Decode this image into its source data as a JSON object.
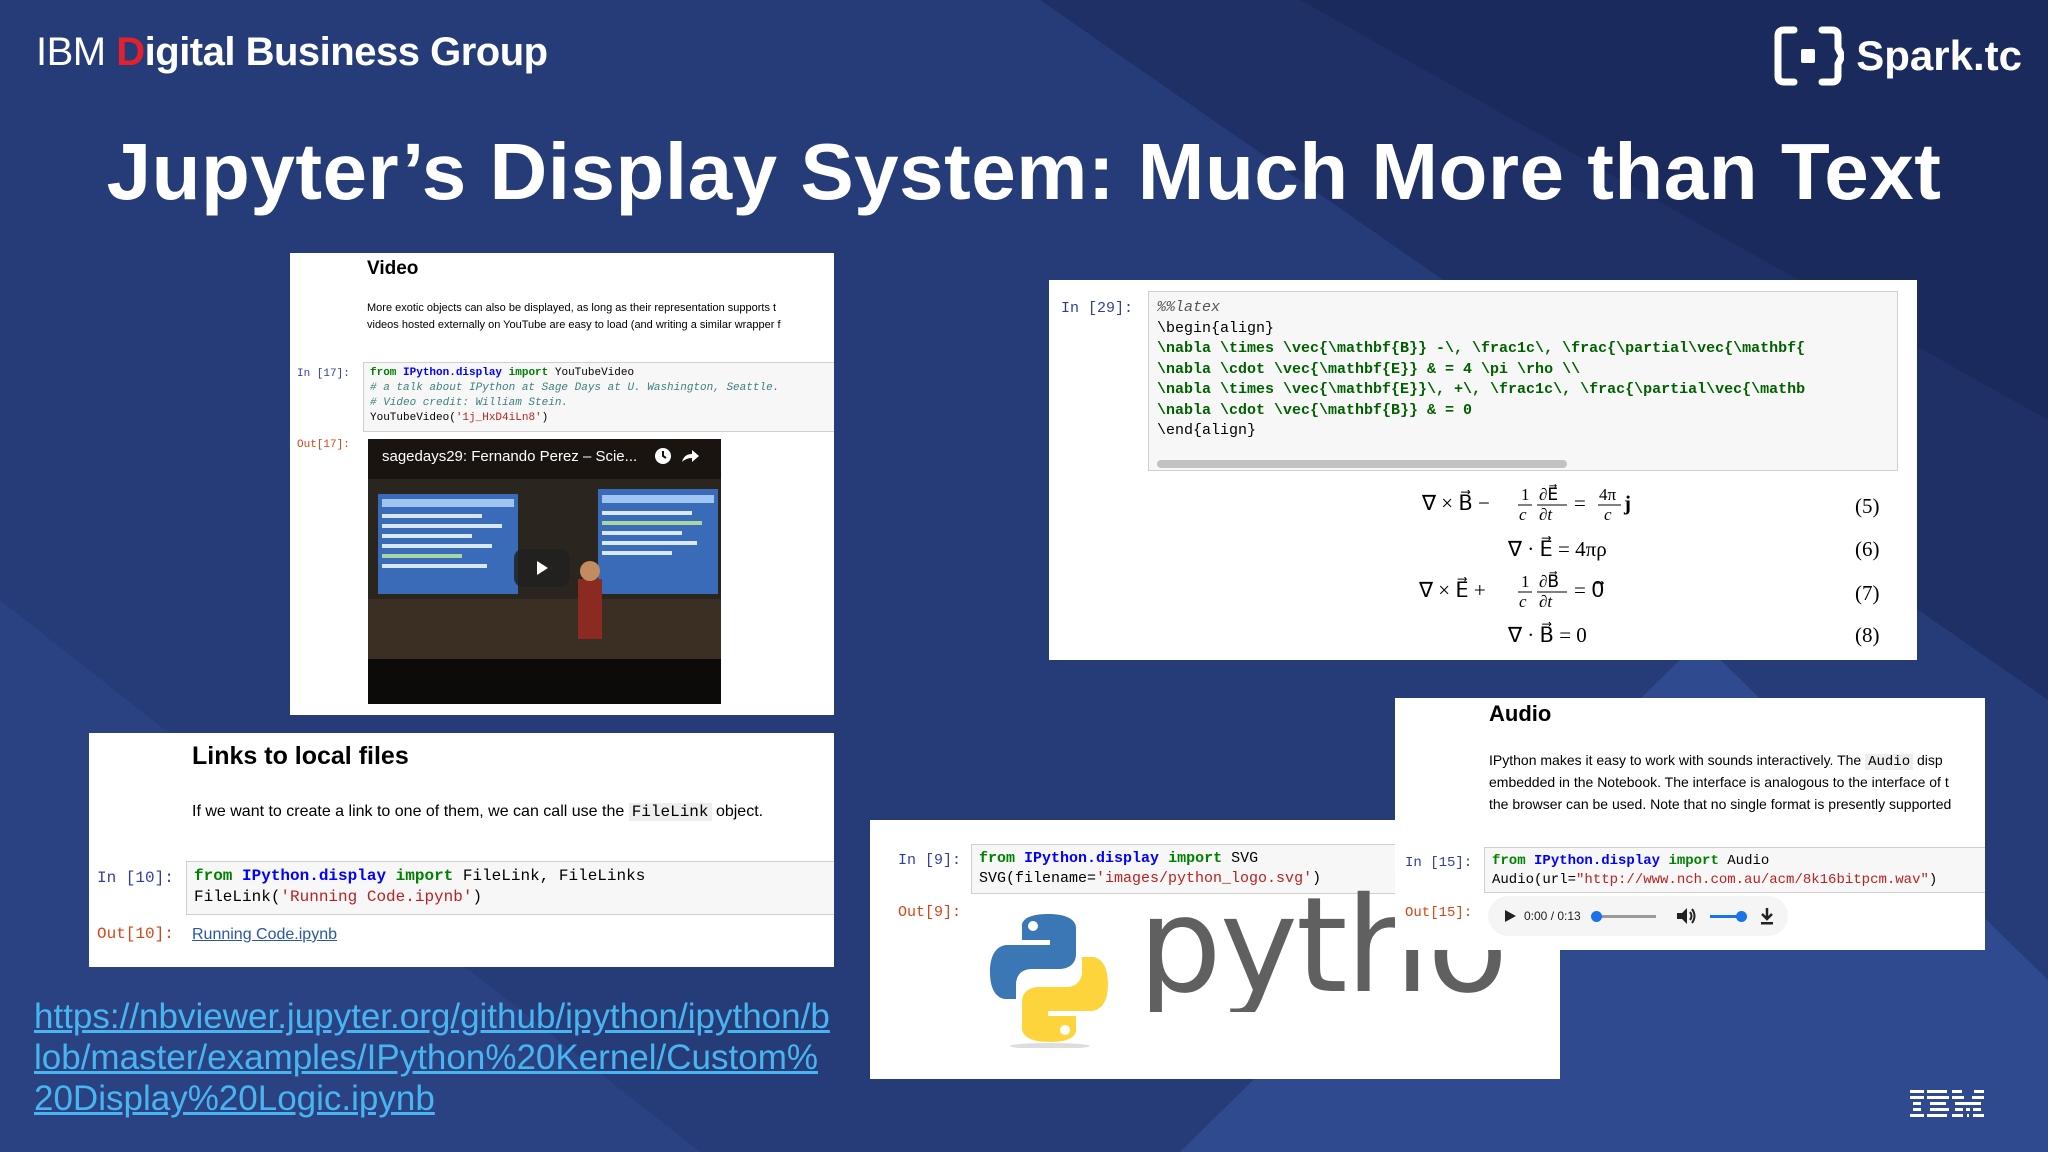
{
  "header": {
    "brand_ibm": "IBM",
    "brand_digital_first": "D",
    "brand_digital_rest": "igital",
    "brand_group": "Business Group",
    "spark_label": "Spark.tc",
    "title": "Jupyter’s Display System: Much More than Text"
  },
  "colors": {
    "background": "#263c78",
    "accent_red": "#e5202e",
    "link": "#49b5f0",
    "prompt_in": "#303f9f",
    "prompt_out": "#d84315"
  },
  "video_panel": {
    "heading": "Video",
    "desc_line1": "More exotic objects can also be displayed, as long as their representation supports t",
    "desc_line2": "videos hosted externally on YouTube are easy to load (and writing a similar wrapper f",
    "in_prompt": "In [17]:",
    "code_line1_kw": "from",
    "code_line1_mod": "IPython.display",
    "code_line1_kw2": "import",
    "code_line1_rest": "YouTubeVideo",
    "code_line2": "# a talk about IPython at Sage Days at U. Washington, Seattle.",
    "code_line3": "# Video credit: William Stein.",
    "code_line4_pre": "YouTubeVideo(",
    "code_line4_str": "'1j_HxD4iLn8'",
    "code_line4_post": ")",
    "out_prompt": "Out[17]:",
    "video_title": "sagedays29: Fernando Perez – Scie...",
    "play_icon": "play-icon",
    "clock_icon": "clock-icon",
    "share_icon": "share-icon"
  },
  "links_panel": {
    "heading": "Links to local files",
    "desc_pre": "If we want to create a link to one of them, we can call use the",
    "desc_code": "FileLink",
    "desc_post": "object.",
    "in_prompt": "In [10]:",
    "code_line1_kw": "from",
    "code_line1_mod": "IPython.display",
    "code_line1_kw2": "import",
    "code_line1_rest": "FileLink, FileLinks",
    "code_line2_pre": "FileLink(",
    "code_line2_str": "'Running Code.ipynb'",
    "code_line2_post": ")",
    "out_prompt": "Out[10]:",
    "out_link": "Running Code.ipynb"
  },
  "latex_panel": {
    "in_prompt": "In [29]:",
    "lines": [
      "%%latex",
      "\\begin{align}",
      "\\nabla \\times \\vec{\\mathbf{B}} -\\, \\frac1c\\, \\frac{\\partial\\vec{\\mathbf{",
      "\\nabla \\cdot \\vec{\\mathbf{E}} & = 4 \\pi \\rho \\\\",
      "\\nabla \\times \\vec{\\mathbf{E}}\\, +\\, \\frac1c\\, \\frac{\\partial\\vec{\\mathb",
      "\\nabla \\cdot \\vec{\\mathbf{B}} & = 0",
      "\\end{align}"
    ],
    "eq_numbers": [
      "(5)",
      "(6)",
      "(7)",
      "(8)"
    ],
    "eq6": "∇ · E⃗ = 4πρ",
    "eq8": "∇ · B⃗ = 0"
  },
  "svg_panel": {
    "in_prompt": "In [9]:",
    "code_line1_kw": "from",
    "code_line1_mod": "IPython.display",
    "code_line1_kw2": "import",
    "code_line1_rest": "SVG",
    "code_line2_pre": "SVG(filename=",
    "code_line2_str": "'images/python_logo.svg'",
    "code_line2_post": ")",
    "out_prompt": "Out[9]:",
    "logo_word": "python"
  },
  "audio_panel": {
    "heading": "Audio",
    "desc_line1_pre": "IPython makes it easy to work with sounds interactively. The",
    "desc_line1_code": "Audio",
    "desc_line1_post": "disp",
    "desc_line2": "embedded in the Notebook. The interface is analogous to the interface of t",
    "desc_line3": "the browser can be used. Note that no single format is presently supported",
    "in_prompt": "In [15]:",
    "code_line1_kw": "from",
    "code_line1_mod": "IPython.display",
    "code_line1_kw2": "import",
    "code_line1_rest": "Audio",
    "code_line2_pre": "Audio(url=",
    "code_line2_str": "\"http://www.nch.com.au/acm/8k16bitpcm.wav\"",
    "code_line2_post": ")",
    "out_prompt": "Out[15]:",
    "time": "0:00 / 0:13"
  },
  "footer": {
    "url": "https://nbviewer.jupyter.org/github/ipython/ipython/blob/master/examples/IPython%20Kernel/Custom%20Display%20Logic.ipynb",
    "ibm_logo": "IBM"
  }
}
